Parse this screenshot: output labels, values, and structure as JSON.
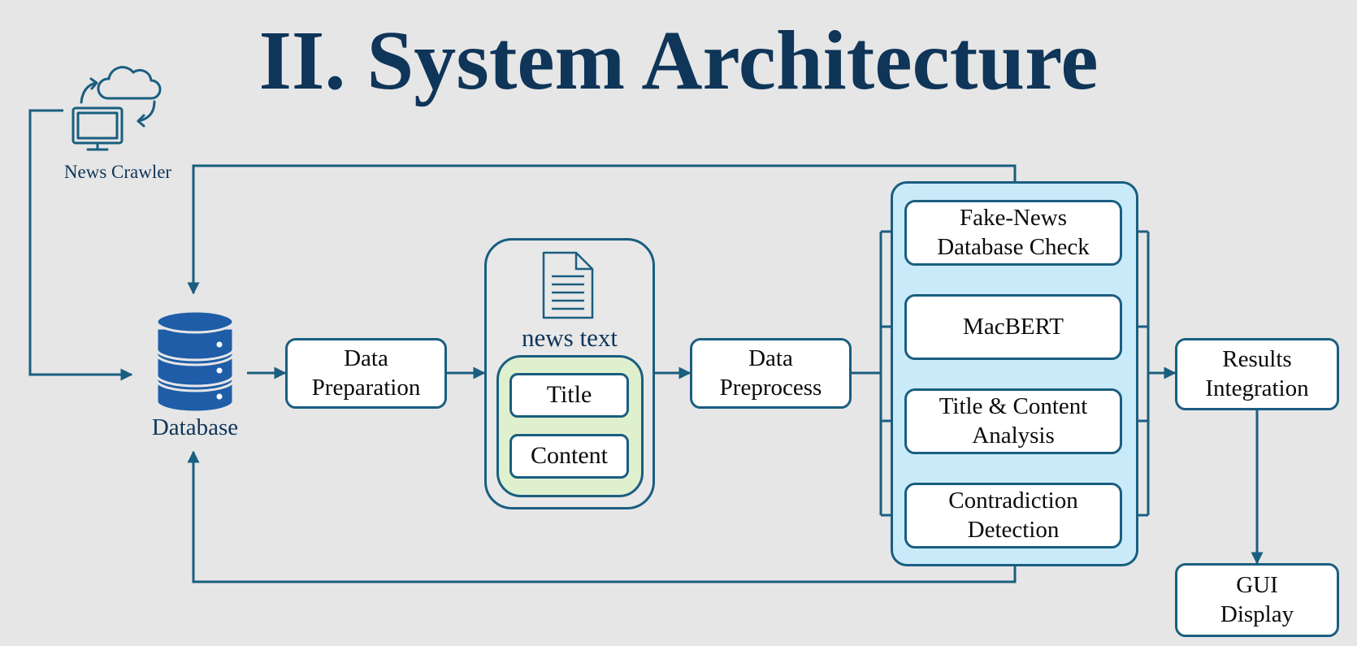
{
  "title": "II. System Architecture",
  "crawler": {
    "label": "News Crawler",
    "icon": "computer-cloud-sync-icon"
  },
  "database": {
    "label": "Database",
    "icon": "database-icon"
  },
  "data_preparation": "Data\nPreparation",
  "news_text": {
    "label": "news text",
    "icon": "document-icon",
    "fields": [
      "Title",
      "Content"
    ]
  },
  "data_preprocess": "Data\nPreprocess",
  "models": [
    "Fake-News\nDatabase Check",
    "MacBERT",
    "Title & Content\nAnalysis",
    "Contradiction\nDetection"
  ],
  "results_integration": "Results\nIntegration",
  "gui_display": "GUI\nDisplay",
  "colors": {
    "title": "#0f3559",
    "line": "#1a5e80",
    "model_panel": "#c9ebf9",
    "field_panel": "#dff0cf",
    "database": "#1f5da8"
  }
}
